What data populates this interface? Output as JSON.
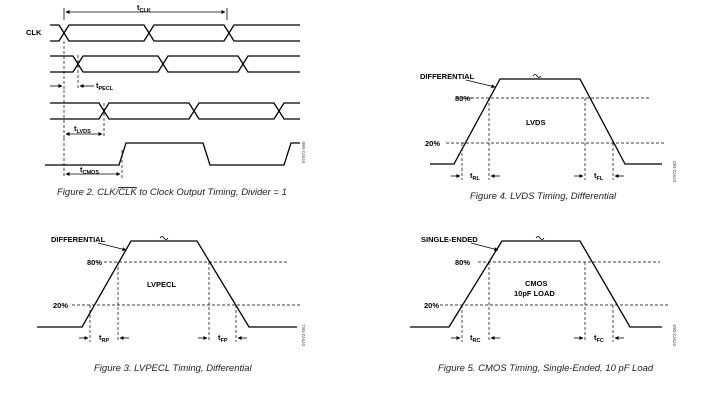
{
  "fig2": {
    "clk_label": "CLK",
    "t_clk": "t",
    "t_clk_sub": "CLK",
    "t_pecl": "t",
    "t_pecl_sub": "PECL",
    "t_lvds": "t",
    "t_lvds_sub": "LVDS",
    "t_cmos": "t",
    "t_cmos_sub": "CMOS",
    "code": "07972-060",
    "caption_pre": "Figure 2. CLK/",
    "caption_bar": "CLK",
    "caption_post": " to Clock Output Timing, Divider = 1"
  },
  "fig4": {
    "label": "DIFFERENTIAL",
    "high": "80%",
    "low": "20%",
    "center": "LVDS",
    "t_r": "t",
    "t_r_sub": "RL",
    "t_f": "t",
    "t_f_sub": "FL",
    "code": "07972-062",
    "caption": "Figure 4. LVDS Timing, Differential"
  },
  "fig3": {
    "label": "DIFFERENTIAL",
    "high": "80%",
    "low": "20%",
    "center": "LVPECL",
    "t_r": "t",
    "t_r_sub": "RP",
    "t_f": "t",
    "t_f_sub": "FP",
    "code": "07972-061",
    "caption": "Figure 3. LVPECL Timing, Differential"
  },
  "fig5": {
    "label": "SINGLE-ENDED",
    "high": "80%",
    "low": "20%",
    "center_1": "CMOS",
    "center_2": "10pF LOAD",
    "t_r": "t",
    "t_r_sub": "RC",
    "t_f": "t",
    "t_f_sub": "FC",
    "code": "07972-063",
    "caption": "Figure 5. CMOS Timing, Single-Ended, 10 pF Load"
  }
}
